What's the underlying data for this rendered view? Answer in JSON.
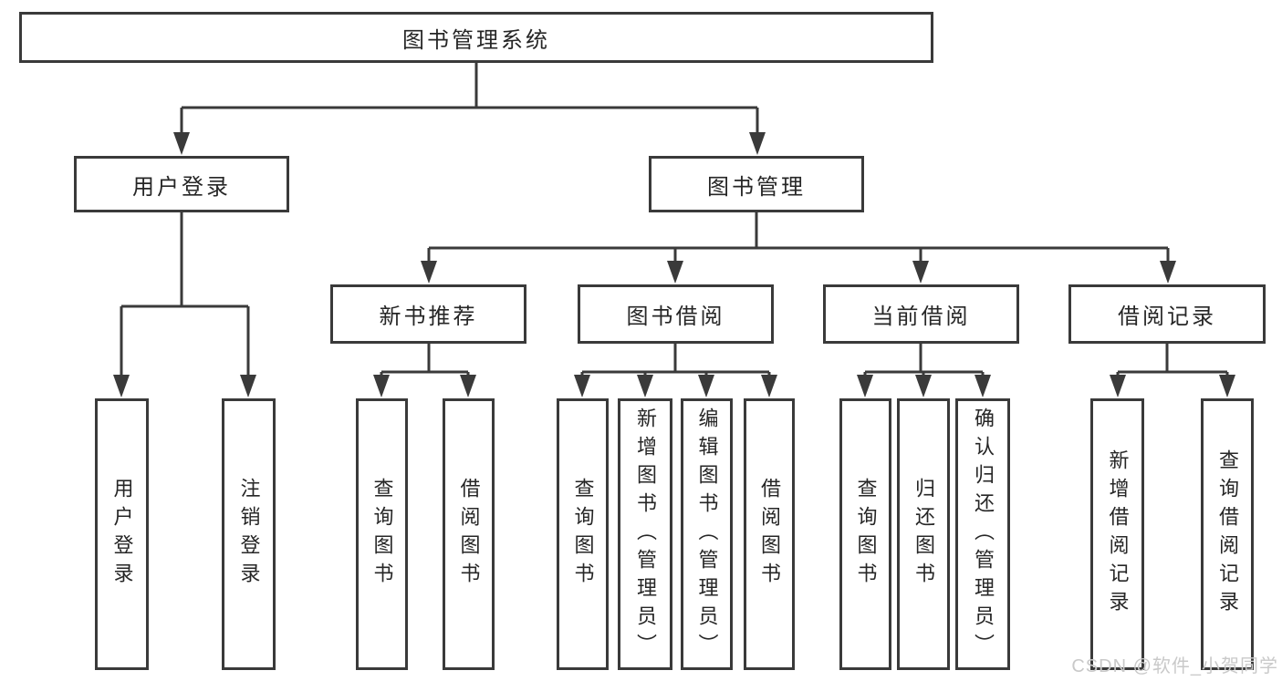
{
  "tree": {
    "root": {
      "label": "图书管理系统"
    },
    "branches": [
      {
        "label": "用户登录",
        "children": [
          {
            "label": "用户登录"
          },
          {
            "label": "注销登录"
          }
        ]
      },
      {
        "label": "图书管理",
        "children": [
          {
            "label": "新书推荐",
            "children": [
              {
                "label": "查询图书"
              },
              {
                "label": "借阅图书"
              }
            ]
          },
          {
            "label": "图书借阅",
            "children": [
              {
                "label": "查询图书"
              },
              {
                "label": "新增图书（管理员）"
              },
              {
                "label": "编辑图书（管理员）"
              },
              {
                "label": "借阅图书"
              }
            ]
          },
          {
            "label": "当前借阅",
            "children": [
              {
                "label": "查询图书"
              },
              {
                "label": "归还图书"
              },
              {
                "label": "确认归还（管理员）"
              }
            ]
          },
          {
            "label": "借阅记录",
            "children": [
              {
                "label": "新增借阅记录"
              },
              {
                "label": "查询借阅记录"
              }
            ]
          }
        ]
      }
    ]
  },
  "watermark": {
    "text": "CSDN @软件_小贺同学"
  },
  "colors": {
    "line": "#3a3a3a",
    "text": "#262626",
    "background": "#ffffff",
    "watermark": "#c9c9c9"
  }
}
